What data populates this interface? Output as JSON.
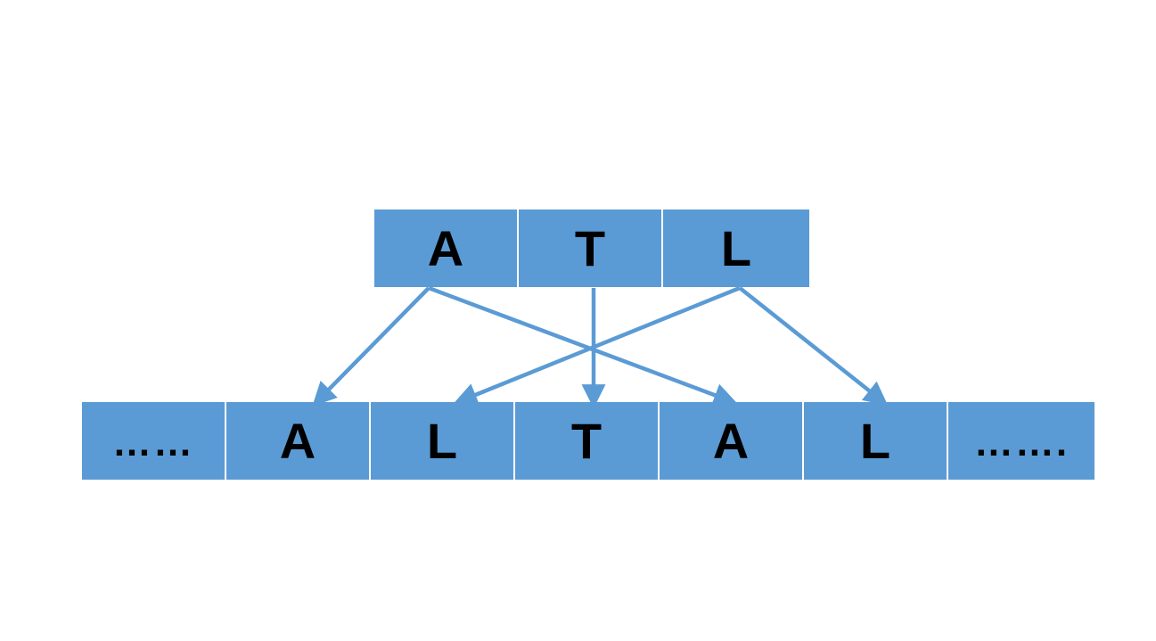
{
  "colors": {
    "cell_fill": "#5B9BD5",
    "arrow": "#5B9BD5",
    "text": "#000000",
    "background": "#ffffff"
  },
  "top_row": {
    "cells": [
      "A",
      "T",
      "L"
    ]
  },
  "bottom_row": {
    "cells": [
      "……",
      "A",
      "L",
      "T",
      "A",
      "L",
      "……."
    ]
  },
  "arrows": [
    {
      "from": "top_row.cells.0",
      "to": "bottom_row.cells.1"
    },
    {
      "from": "top_row.cells.0",
      "to": "bottom_row.cells.4"
    },
    {
      "from": "top_row.cells.1",
      "to": "bottom_row.cells.3"
    },
    {
      "from": "top_row.cells.2",
      "to": "bottom_row.cells.2"
    },
    {
      "from": "top_row.cells.2",
      "to": "bottom_row.cells.5"
    }
  ]
}
